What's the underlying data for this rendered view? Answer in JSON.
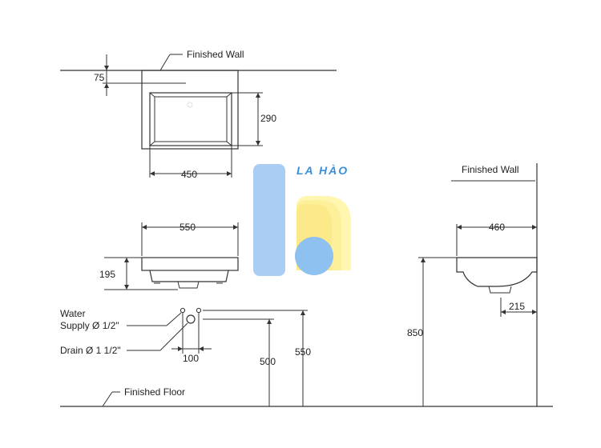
{
  "labels": {
    "finished_wall_top": "Finished Wall",
    "finished_wall_right": "Finished Wall",
    "finished_floor": "Finished Floor",
    "water_supply": "Water",
    "water_supply_line2": "Supply Ø 1/2\"",
    "drain": "Drain Ø 1 1/2\""
  },
  "dimensions": {
    "wall_offset": "75",
    "bowl_depth": "290",
    "bowl_width": "450",
    "basin_width": "550",
    "basin_height": "195",
    "supply_spacing": "100",
    "drain_height": "500",
    "supply_height": "550",
    "side_depth": "460",
    "drain_offset": "215",
    "rim_height": "850"
  },
  "logo": {
    "text": "LA HÀO",
    "colors": {
      "blue": "#a9cdf3",
      "yellow": "#fdf3a0",
      "circle": "#8ec1ef"
    }
  }
}
